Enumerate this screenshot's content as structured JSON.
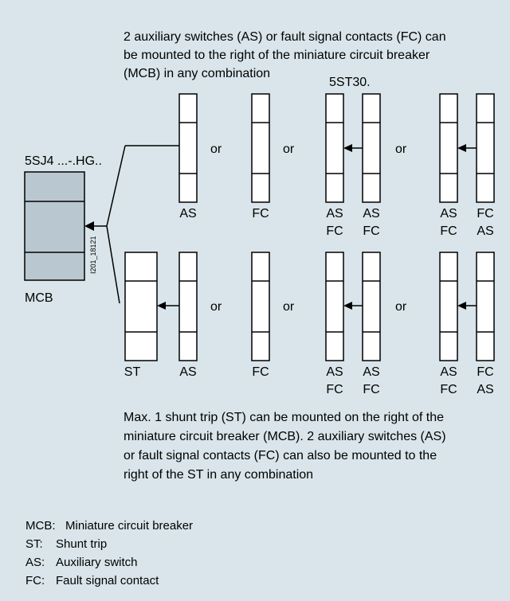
{
  "intro_text": [
    "2 auxiliary switches (AS) or fault signal contacts (FC) can",
    "be mounted to the right of the miniature circuit breaker",
    "(MCB) in any combination"
  ],
  "series_label": "5ST30.",
  "device_label": "5SJ4 ...-.HG..",
  "mcb_label": "MCB",
  "figure_id": "I201_18121",
  "or_word": "or",
  "top_row": {
    "labels": [
      [
        "AS"
      ],
      [
        "FC"
      ],
      [
        "AS",
        "FC"
      ],
      [
        "AS",
        "FC"
      ],
      [
        "AS",
        "FC"
      ],
      [
        "FC",
        "AS"
      ]
    ]
  },
  "bottom_row": {
    "labels": [
      [
        "ST"
      ],
      [
        "AS"
      ],
      [
        "FC"
      ],
      [
        "AS",
        "FC"
      ],
      [
        "AS",
        "FC"
      ],
      [
        "AS",
        "FC"
      ],
      [
        "FC",
        "AS"
      ]
    ]
  },
  "note_text": [
    "Max. 1 shunt trip (ST) can be mounted on the right of the",
    "miniature circuit breaker (MCB). 2 auxiliary switches (AS)",
    "or fault signal contacts (FC) can also be mounted to the",
    "right of the ST in any combination"
  ],
  "legend": [
    {
      "abbr": "MCB:",
      "text": "Miniature circuit breaker"
    },
    {
      "abbr": "ST:",
      "text": "Shunt trip"
    },
    {
      "abbr": "AS:",
      "text": "Auxiliary switch"
    },
    {
      "abbr": "FC:",
      "text": "Fault signal contact"
    }
  ],
  "colors": {
    "background": "#d9e5ea",
    "mcb_fill": "#b9c7d0",
    "module_fill": "#ffffff"
  }
}
